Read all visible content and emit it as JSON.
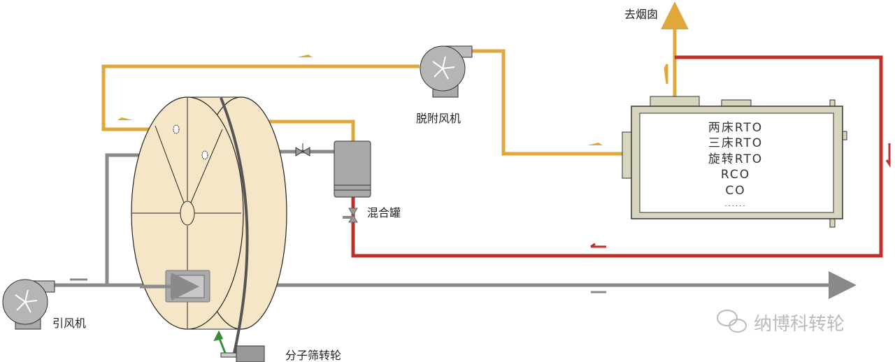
{
  "labels": {
    "induced_fan": "引风机",
    "desorption_fan": "脱附风机",
    "mixing_tank": "混合罐",
    "zeolite_rotor": "分子筛转轮",
    "to_chimney": "去烟囱"
  },
  "rto_box": {
    "lines": [
      "两床RTO",
      "三床RTO",
      "旋转RTO",
      "RCO",
      "CO",
      "......"
    ]
  },
  "watermark": "纳博科转轮",
  "colors": {
    "orange_pipe": "#e0a83a",
    "gray_pipe": "#8a8a8a",
    "red_pipe": "#c0302a",
    "rotor_fill": "#f5e6c8",
    "rto_frame": "#d8d5bf"
  }
}
